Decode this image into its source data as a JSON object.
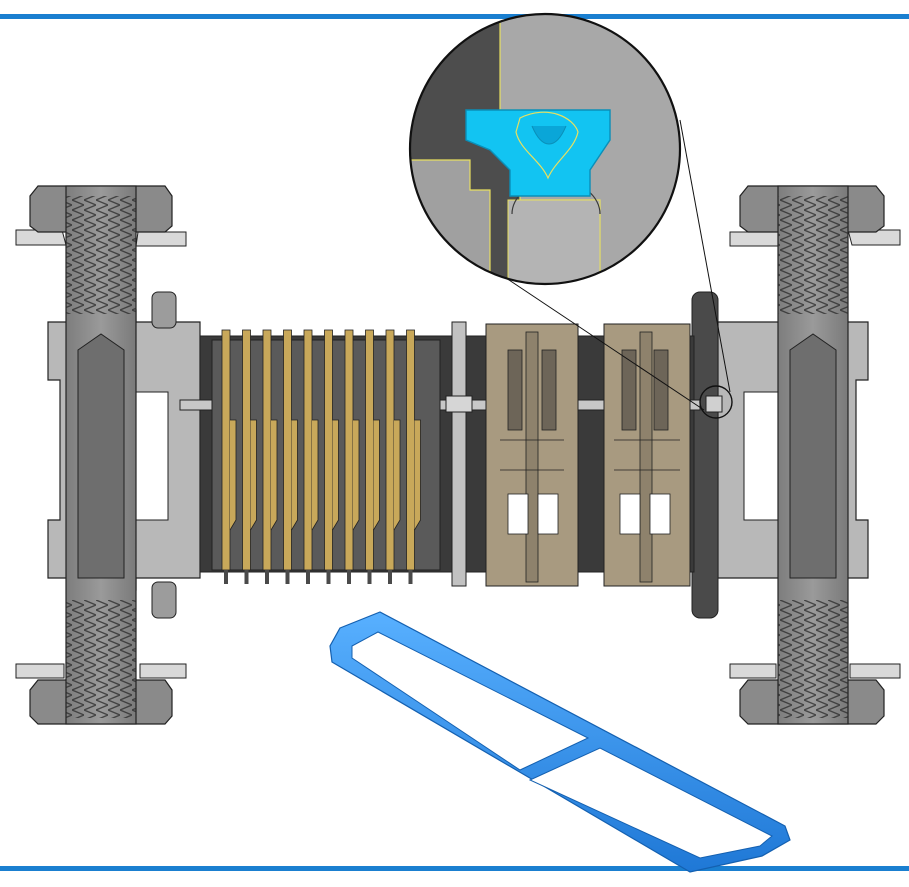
{
  "figure": {
    "kind": "connector-assembly-cross-section",
    "colors": {
      "frame_rule": "#1a7fd0",
      "hardware_gray": "#8c8c8c",
      "hardware_light": "#b8b8b8",
      "hardware_dark": "#4a4a4a",
      "contact_gold": "#c8a85a",
      "contact_body": "#a89a80",
      "gasket_blue": "#2f8ee6",
      "seal_cyan": "#12c4f2",
      "outline_yellow": "#e8e060"
    },
    "parts": {
      "bolts": 2,
      "nuts": 4,
      "washers": 4,
      "pin_contacts": 10,
      "socket_contacts": 2
    },
    "icons": {
      "detail_view": "magnifier-circle-icon",
      "gasket": "gasket-frame-icon"
    }
  }
}
